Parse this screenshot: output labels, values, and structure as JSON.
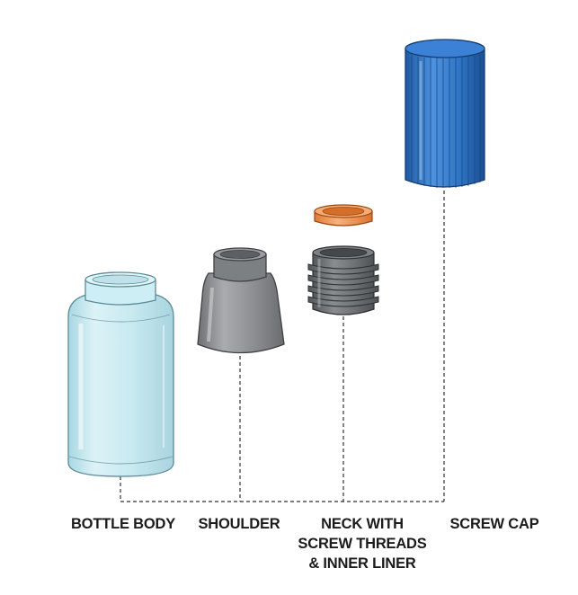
{
  "labels": {
    "bottle_body": "BOTTLE BODY",
    "shoulder": "SHOULDER",
    "neck_line1": "NECK WITH",
    "neck_line2": "SCREW THREADS",
    "neck_line3": "& INNER LINER",
    "screw_cap": "SCREW CAP"
  },
  "colors": {
    "glass_fill": "#bfe6ef",
    "glass_stroke": "#5b8b97",
    "shoulder_gray": "#8a8c8f",
    "neck_gray": "#6f7275",
    "liner_orange": "#f29a57",
    "cap_blue": "#2f74c4",
    "leader_line": "#333333"
  }
}
